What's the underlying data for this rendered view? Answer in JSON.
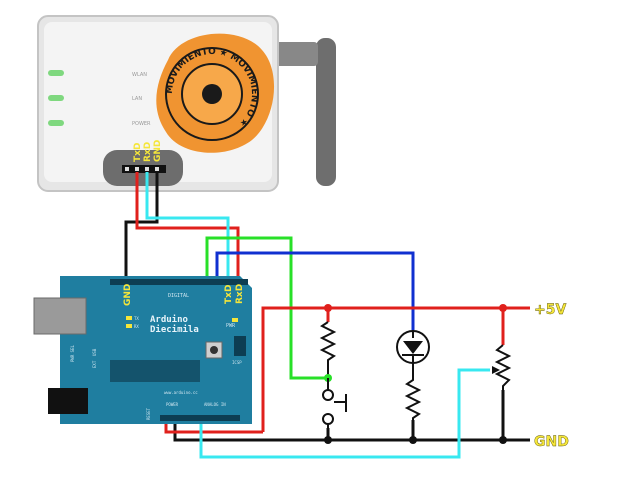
{
  "router": {
    "status_labels": [
      "WLAN",
      "LAN",
      "POWER"
    ],
    "logo_text": "MOVIMIENTO ★ MOVIMIENTO ★",
    "serial_pins": [
      "TxD",
      "RxD",
      "GND"
    ]
  },
  "arduino": {
    "board_name": "Arduino",
    "board_model": "Diecimila",
    "pin_labels": {
      "gnd": "GND",
      "txd": "TxD",
      "rxd": "RxD"
    },
    "small_labels": {
      "digital": "DIGITAL",
      "tx": "TX",
      "rx": "RX",
      "pwr": "PWR",
      "icsp": "ICSP",
      "power": "POWER",
      "analog_in": "ANALOG IN",
      "reset": "RESET",
      "usb": "USB",
      "ext": "EXT",
      "pwr_sel": "PWR SEL",
      "url": "www.arduino.cc"
    }
  },
  "rails": {
    "vcc": "+5V",
    "gnd": "GND"
  },
  "colors": {
    "vcc_wire": "#e0201c",
    "gnd_wire": "#111111",
    "tx_wire": "#38e8f0",
    "green_wire": "#28e028",
    "blue_wire": "#1030d0",
    "board": "#1f7ea0",
    "label_yellow": "#f5e63a",
    "logo_orange": "#f08a1c"
  },
  "components": [
    "pull-up resistor",
    "push button",
    "LED",
    "LED resistor",
    "potentiometer"
  ]
}
